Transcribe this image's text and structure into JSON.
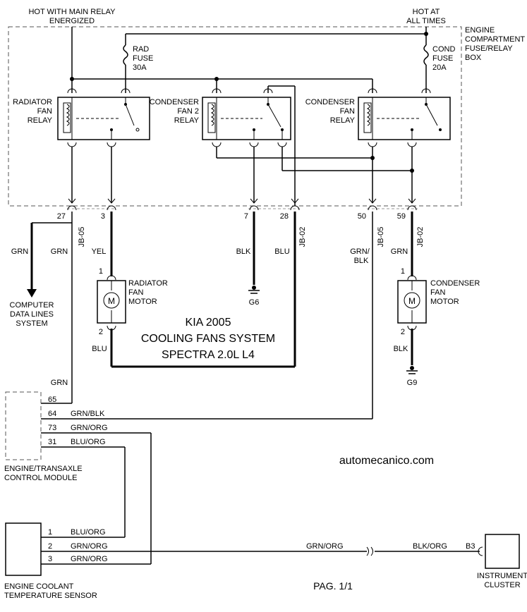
{
  "top_labels": {
    "hot_main_relay_1": "HOT WITH MAIN RELAY",
    "hot_main_relay_2": "ENERGIZED",
    "hot_at_1": "HOT AT",
    "hot_at_2": "ALL TIMES"
  },
  "fuse_box": {
    "label_1": "ENGINE",
    "label_2": "COMPARTMENT",
    "label_3": "FUSE/RELAY",
    "label_4": "BOX"
  },
  "fuses": {
    "rad_1": "RAD",
    "rad_2": "FUSE",
    "rad_3": "30A",
    "cond_1": "COND",
    "cond_2": "FUSE",
    "cond_3": "20A"
  },
  "relays": {
    "radiator_1": "RADIATOR",
    "radiator_2": "FAN",
    "radiator_3": "RELAY",
    "cond2_1": "CONDENSER",
    "cond2_2": "FAN 2",
    "cond2_3": "RELAY",
    "cond_1": "CONDENSER",
    "cond_2": "FAN",
    "cond_3": "RELAY"
  },
  "pins": {
    "p27": "27",
    "p3": "3",
    "p7": "7",
    "p28": "28",
    "p50": "50",
    "p59": "59",
    "jb05a": "JB-05",
    "jb02a": "JB-02",
    "jb05b": "JB-05",
    "jb02b": "JB-02"
  },
  "wires": {
    "grn_left": "GRN",
    "grn_27": "GRN",
    "yel": "YEL",
    "blk_7": "BLK",
    "blu_28": "BLU",
    "grnblk_1": "GRN/",
    "grnblk_2": "BLK",
    "grn_59": "GRN",
    "blu_motor": "BLU",
    "blk_cond": "BLK",
    "grn_65": "GRN",
    "grnblk_64": "GRN/BLK",
    "grnorg_73": "GRN/ORG",
    "bluorg_31": "BLU/ORG",
    "bluorg_s1": "BLU/ORG",
    "grnorg_s2": "GRN/ORG",
    "grnorg_s3": "GRN/ORG",
    "grnorg_mid": "GRN/ORG",
    "blkorg": "BLK/ORG"
  },
  "computer": {
    "l1": "COMPUTER",
    "l2": "DATA LINES",
    "l3": "SYSTEM"
  },
  "radiator_motor": {
    "l1": "RADIATOR",
    "l2": "FAN",
    "l3": "MOTOR",
    "pin1": "1",
    "pin2": "2",
    "symbol": "M"
  },
  "condenser_motor": {
    "l1": "CONDENSER",
    "l2": "FAN",
    "l3": "MOTOR",
    "pin1": "1",
    "pin2": "2",
    "symbol": "M"
  },
  "grounds": {
    "g6": "G6",
    "g9": "G9"
  },
  "title": {
    "line1": "KIA 2005",
    "line2": "COOLING FANS SYSTEM",
    "line3": "SPECTRA 2.0L L4"
  },
  "ecm": {
    "pin65": "65",
    "pin64": "64",
    "pin73": "73",
    "pin31": "31",
    "label_1": "ENGINE/TRANSAXLE",
    "label_2": "CONTROL MODULE"
  },
  "website": "automecanico.com",
  "sensor": {
    "pin1": "1",
    "pin2": "2",
    "pin3": "3",
    "label_1": "ENGINE COOLANT",
    "label_2": "TEMPERATURE SENSOR"
  },
  "cluster": {
    "pin": "B3",
    "label_1": "INSTRUMENT",
    "label_2": "CLUSTER"
  },
  "page": "PAG. 1/1"
}
